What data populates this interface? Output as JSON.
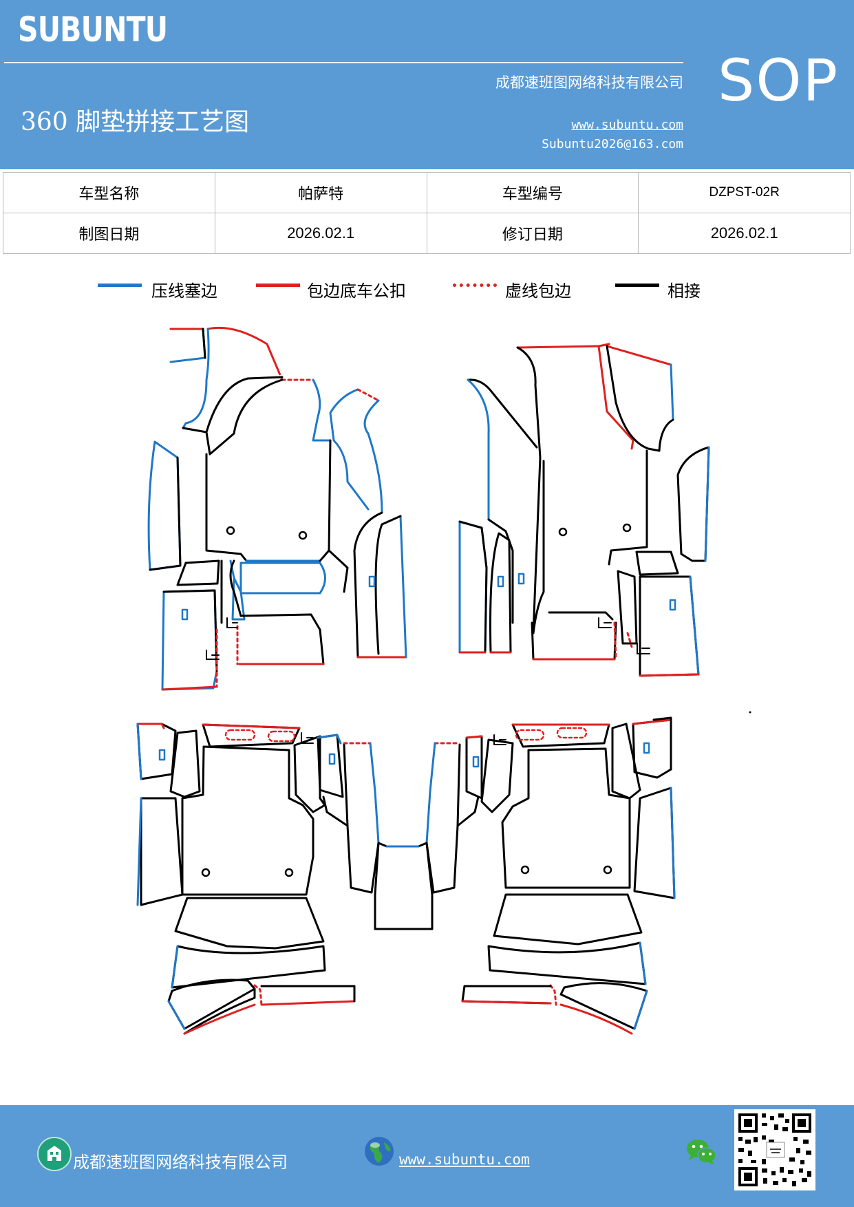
{
  "header": {
    "brand": "SUBUNTU",
    "sop": "SOP",
    "title": "360 脚垫拼接工艺图",
    "company": "成都速班图网络科技有限公司",
    "website": "www.subuntu.com",
    "email": "Subuntu2026@163.com",
    "background_color": "#5b9bd5"
  },
  "info_table": {
    "rows": [
      [
        "车型名称",
        "帕萨特",
        "车型编号",
        "DZPST-02R"
      ],
      [
        "制图日期",
        "2026.02.1",
        "修订日期",
        "2026.02.1"
      ]
    ]
  },
  "legend": {
    "items": [
      {
        "label": "压线塞边",
        "style": "solid",
        "color": "#1f78c8"
      },
      {
        "label": "包边底车公扣",
        "style": "solid",
        "color": "#e02020"
      },
      {
        "label": "虚线包边",
        "style": "dotted",
        "color": "#e02020"
      },
      {
        "label": "相接",
        "style": "solid",
        "color": "#000000"
      }
    ]
  },
  "footer": {
    "company": "成都速班图网络科技有限公司",
    "website": "www.subuntu.com",
    "icons": [
      "building-icon",
      "globe-icon",
      "wechat-icon",
      "qr-code"
    ]
  }
}
